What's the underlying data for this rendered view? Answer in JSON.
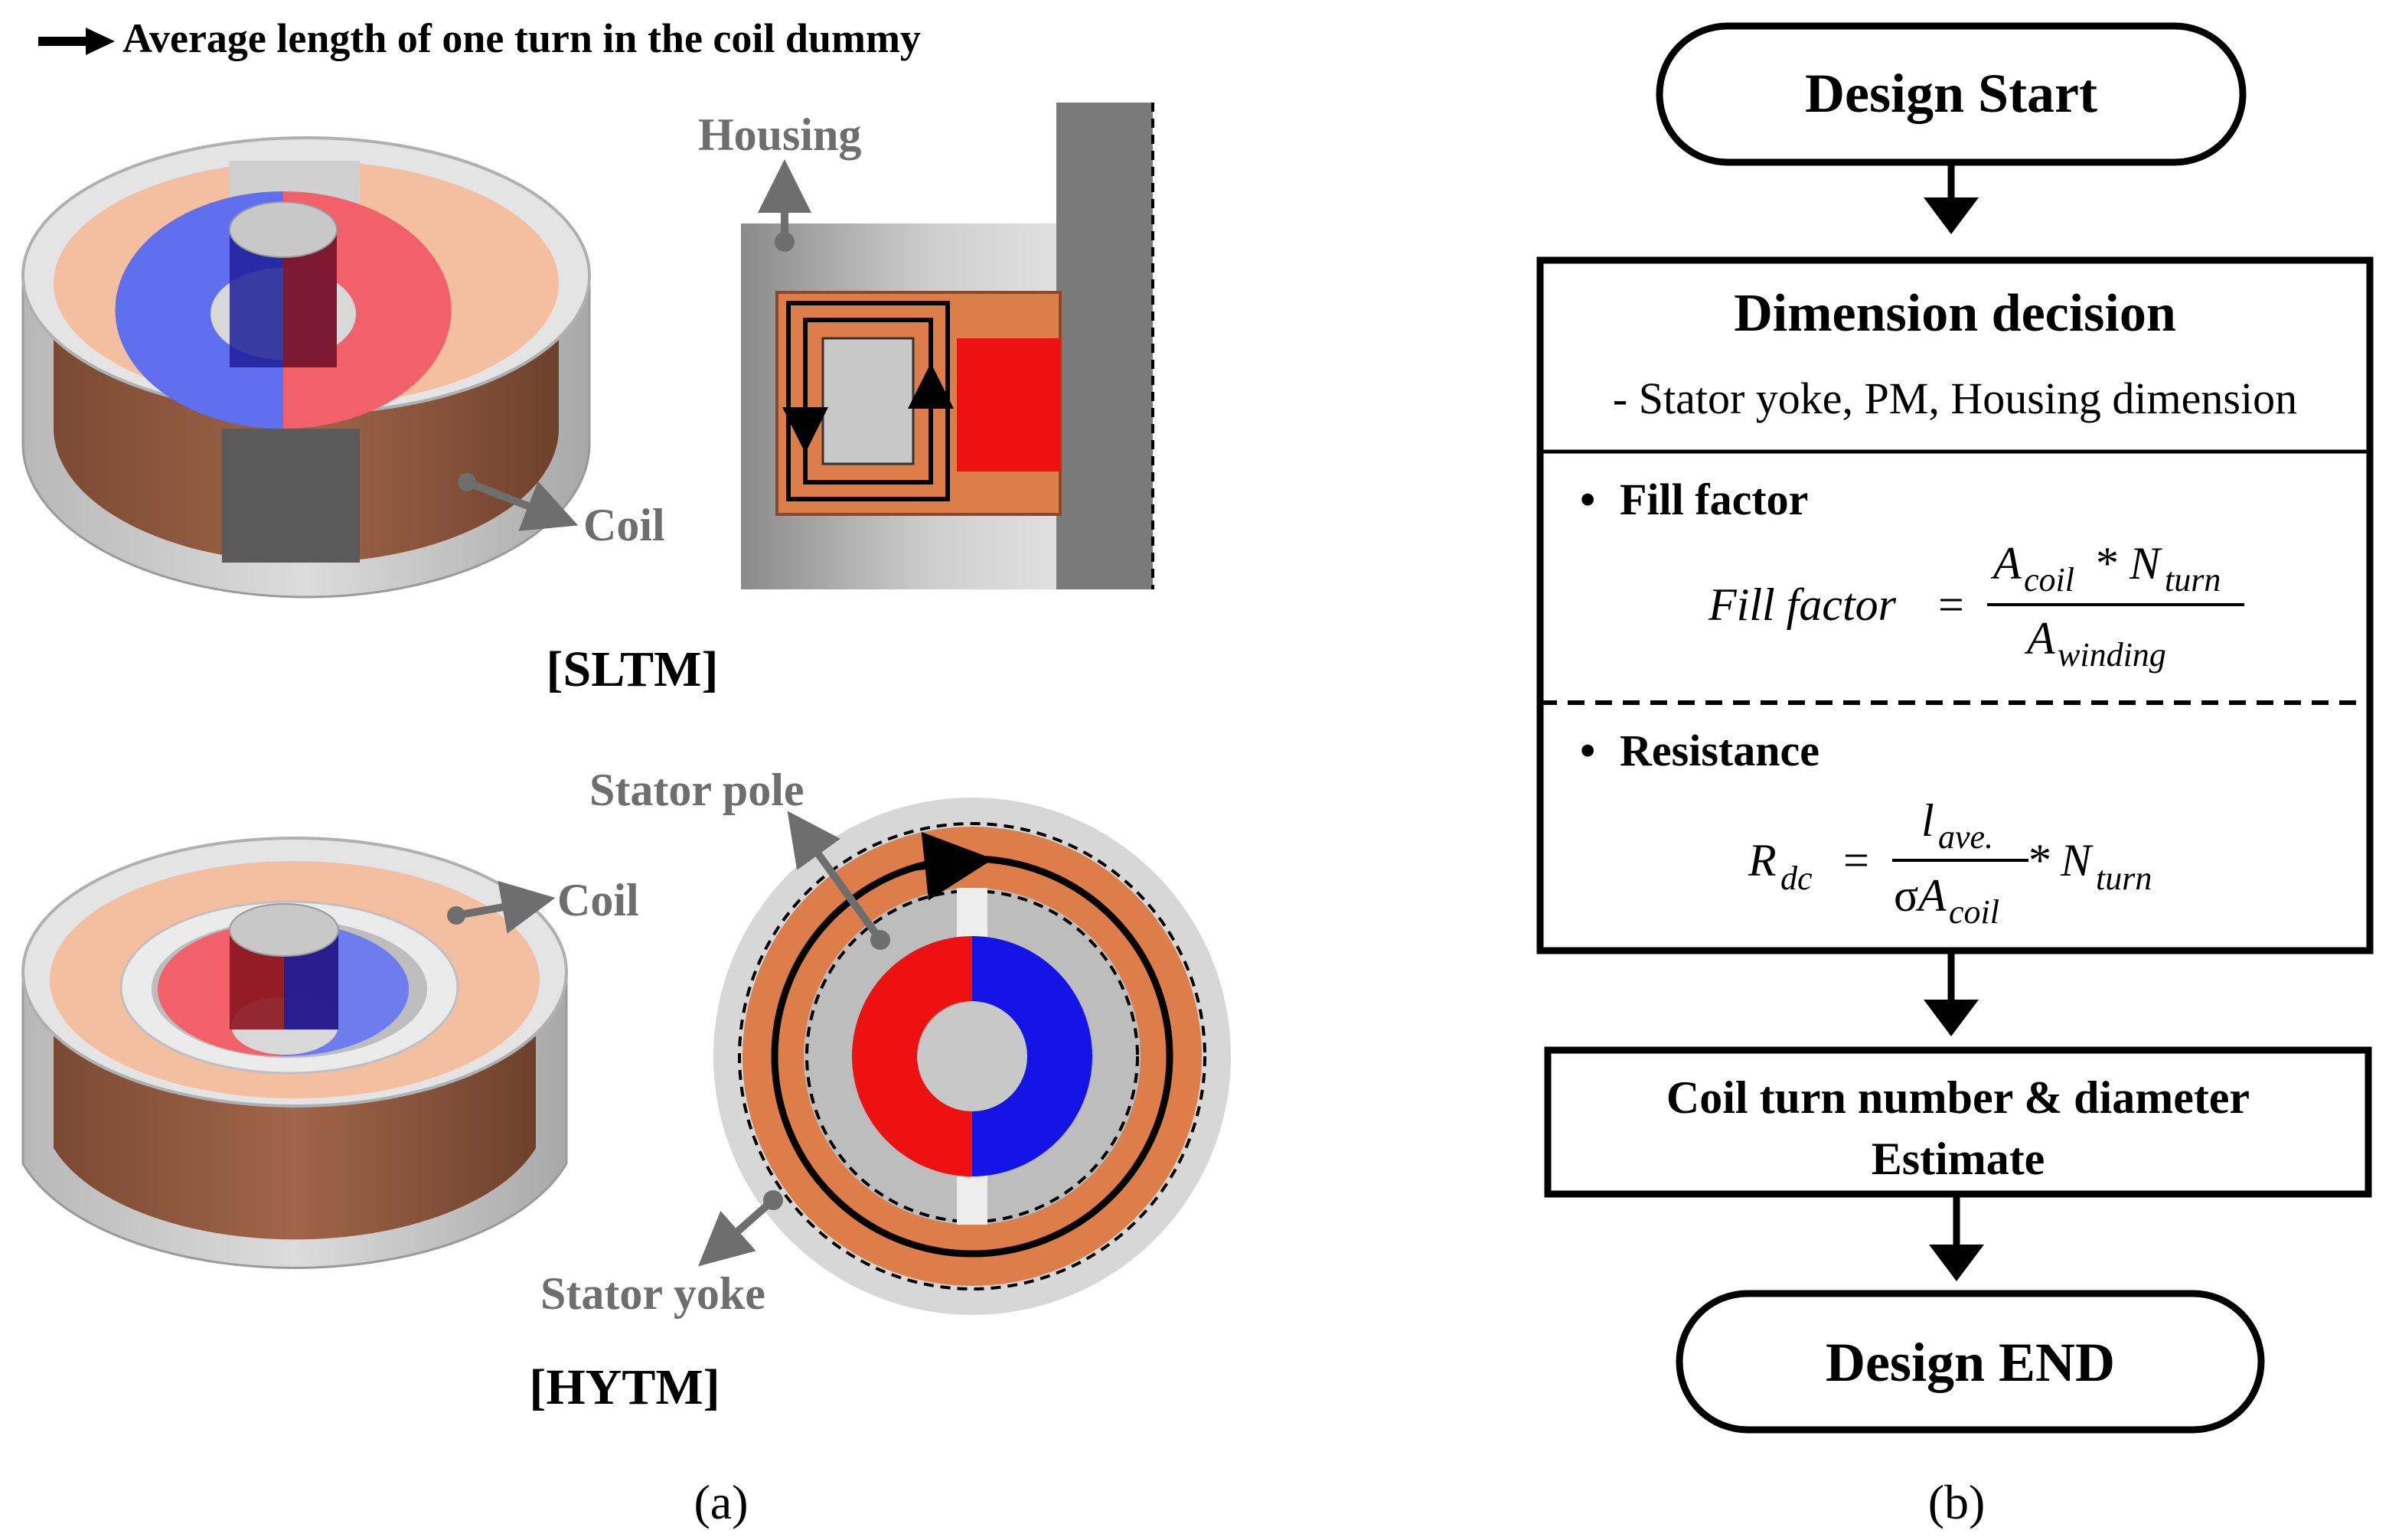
{
  "panel_a": {
    "legend_text": "Average length of one turn in the coil dummy",
    "sltm": {
      "housing_label": "Housing",
      "coil_label": "Coil",
      "caption": "[SLTM]"
    },
    "hytm": {
      "stator_pole_label": "Stator pole",
      "coil_label": "Coil",
      "stator_yoke_label": "Stator yoke",
      "caption": "[HYTM]"
    },
    "caption": "(a)"
  },
  "panel_b": {
    "start": "Design Start",
    "dimension_title": "Dimension decision",
    "dimension_sub": "- Stator yoke, PM, Housing dimension",
    "fill_bullet": "•",
    "fill_title": "Fill factor",
    "fill_eq": {
      "lhs": "Fill factor",
      "eq": "=",
      "num_a": "A",
      "num_a_sub": "coil",
      "times": "*",
      "num_n": "N",
      "num_n_sub": "turn",
      "den_a": "A",
      "den_a_sub": "winding"
    },
    "res_bullet": "•",
    "res_title": "Resistance",
    "res_eq": {
      "lhs": "R",
      "lhs_sub": "dc",
      "eq": "=",
      "num_l": "l",
      "num_l_sub": "ave.",
      "den_sigma": "σ",
      "den_a": "A",
      "den_a_sub": "coil",
      "times": "*",
      "rhs_n": "N",
      "rhs_n_sub": "turn"
    },
    "estimate_line1": "Coil turn number & diameter",
    "estimate_line2": "Estimate",
    "end": "Design END",
    "caption": "(b)"
  },
  "colors": {
    "coil_light": "#F4BEA0",
    "coil_side": "#8E553A",
    "coil_orange": "#DD7E4A",
    "magnet_red": "#EE1111",
    "magnet_blue": "#1414E6",
    "steel_gray": "#BDBDBD",
    "housing_dark": "#7A7A7A",
    "label_gray": "#6E6E6E"
  }
}
